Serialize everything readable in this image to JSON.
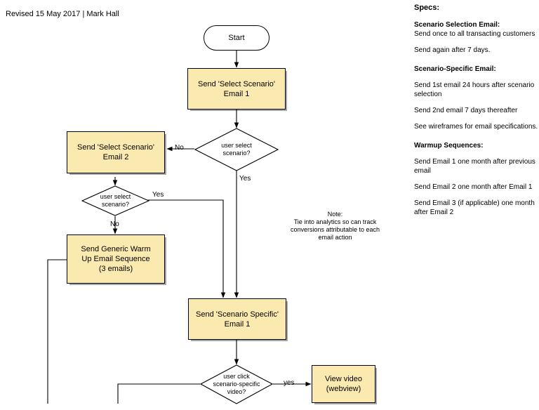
{
  "header": {
    "revision": "Revised 15 May 2017  |  Mark Hall"
  },
  "flowchart": {
    "nodes": {
      "start": "Start",
      "select_scenario_email_1": "Send 'Select Scenario'\nEmail 1",
      "select_scenario_email_2": "Send 'Select Scenario'\nEmail 2",
      "decision_1": "user select\nscenario?",
      "decision_2": "user select\nscenario?",
      "generic_warmup": "Send Generic Warm\nUp Email Sequence\n(3 emails)",
      "scenario_specific_email_1": "Send 'Scenario Specific'\nEmail 1",
      "decision_3": "user click\nscenario-specific\nvideo?",
      "view_video": "View video\n(webview)"
    },
    "labels": {
      "no_1": "No",
      "yes_1": "Yes",
      "yes_2": "Yes",
      "no_2": "No",
      "yes_3": "yes"
    },
    "note": "Note:\nTie into analytics so can track\nconversions attributable to each\nemail action"
  },
  "specs": {
    "title": "Specs:",
    "sections": [
      {
        "heading": "Scenario Selection Email:",
        "lines": [
          "Send once to all transacting customers",
          "Send again after 7 days."
        ]
      },
      {
        "heading": "Scenario-Specific Email:",
        "lines": [
          "Send 1st email 24 hours after scenario selection",
          "Send 2nd email 7 days thereafter",
          "See wireframes for email specifications."
        ]
      },
      {
        "heading": "Warmup Sequences:",
        "lines": [
          "Send Email 1 one month after previous email",
          "Send Email 2 one month after Email 1",
          "Send Email 3 (if applicable) one month after Email 2"
        ]
      }
    ]
  },
  "colors": {
    "node_fill": "#fbeab0",
    "stroke": "#000000",
    "background": "#ffffff"
  }
}
